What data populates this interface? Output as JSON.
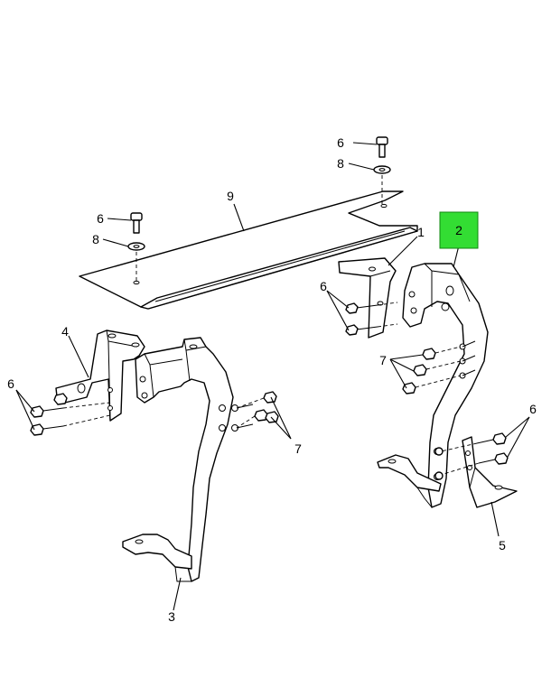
{
  "callouts": [
    {
      "id": "c1",
      "text": "1"
    },
    {
      "id": "c2",
      "text": "2"
    },
    {
      "id": "c3",
      "text": "3"
    },
    {
      "id": "c4",
      "text": "4"
    },
    {
      "id": "c5",
      "text": "5"
    },
    {
      "id": "c6a",
      "text": "6"
    },
    {
      "id": "c6b",
      "text": "6"
    },
    {
      "id": "c6c",
      "text": "6"
    },
    {
      "id": "c6d",
      "text": "6"
    },
    {
      "id": "c6e",
      "text": "6"
    },
    {
      "id": "c7a",
      "text": "7"
    },
    {
      "id": "c7b",
      "text": "7"
    },
    {
      "id": "c8a",
      "text": "8"
    },
    {
      "id": "c8b",
      "text": "8"
    },
    {
      "id": "c9",
      "text": "9"
    }
  ],
  "colors": {
    "highlight_fill": "#33dd33",
    "highlight_stroke": "#118811",
    "line": "#000000",
    "background": "#ffffff"
  }
}
